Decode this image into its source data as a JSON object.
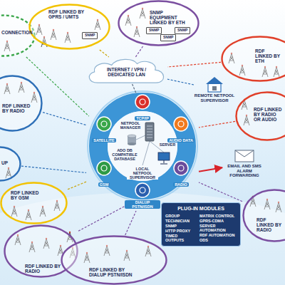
{
  "diagram": {
    "nodes": [
      {
        "text": [
          "CONNECTION"
        ]
      },
      {
        "text": [
          "RDF LINKED BY GPRS / UMTS"
        ]
      },
      {
        "text": [
          "SNMP"
        ],
        "in": 1
      },
      {
        "text": [
          "SNMP EQUIPMENT LINKED BY ETH"
        ]
      },
      {
        "text": [
          "SNMP"
        ],
        "in": 3
      },
      {
        "text": [
          "SNMP"
        ],
        "in": 3
      },
      {
        "text": [
          "SNMP"
        ],
        "in": 3
      },
      {
        "text": [
          "INTERNET / VPN / DEDICATED LAN"
        ]
      },
      {
        "text": [
          "RDF LINKED BY ETH"
        ]
      },
      {
        "text": [
          "REMOTE NETPOOL SUPERVISOR"
        ]
      },
      {
        "text": [
          "RDF LINKED BY RADIO"
        ]
      },
      {
        "text": [
          "TCP/IP"
        ]
      },
      {
        "text": [
          "SATELLITE"
        ]
      },
      {
        "text": [
          "AUDIO DATA"
        ]
      },
      {
        "text": [
          "RDF LINKED BY RADIO OR AUDIO"
        ]
      },
      {
        "text": [
          "GSM"
        ]
      },
      {
        "text": [
          "RADIO"
        ]
      },
      {
        "text": [
          "EMAIL AND SMS ALARM FORWARDING"
        ]
      },
      {
        "text": [
          "UP"
        ]
      },
      {
        "text": [
          "DIALUP PSTN/ISDN"
        ]
      },
      {
        "text": [
          "RDF LINKED BY GSM"
        ]
      },
      {
        "text": [
          "RDF LINKED BY RADIO"
        ]
      },
      {
        "text": [
          "PLUG-IN MODULES",
          "GROUP",
          "TECHNICIAN",
          "SNMP",
          "HTTP PROXY",
          "TIMED OUTPUTS",
          "MATRIX CONTROL",
          "GPRS-CDMA",
          "SERVER AUTOMATION",
          "RDF AUTOMATION",
          "ODS"
        ]
      },
      {
        "text": [
          "RDF LINKED BY RADIO"
        ]
      },
      {
        "text": [
          "RDF LINKED BY DIALUP PSTN/ISDN"
        ]
      }
    ],
    "edges": [
      {
        "from": 1,
        "to": 7,
        "arrow": "none"
      },
      {
        "from": 3,
        "to": 7,
        "arrow": "none"
      },
      {
        "from": 8,
        "to": 7,
        "arrow": "none"
      },
      {
        "from": 9,
        "to": 7,
        "arrow": "none"
      },
      {
        "from": 7,
        "to": 11,
        "arrow": "none"
      },
      {
        "from": 0,
        "to": 12,
        "arrow": "none"
      },
      {
        "from": 10,
        "to": 12,
        "arrow": "none"
      },
      {
        "from": 14,
        "to": 13,
        "arrow": "none"
      },
      {
        "from": 18,
        "to": 15,
        "arrow": "none"
      },
      {
        "from": 20,
        "to": 15,
        "arrow": "none"
      },
      {
        "from": 23,
        "to": 19,
        "arrow": "none"
      },
      {
        "from": 24,
        "to": 19,
        "arrow": "none"
      },
      {
        "from": 21,
        "to": 16,
        "arrow": "none"
      },
      {
        "from": 16,
        "to": 17,
        "arrow": "to"
      }
    ],
    "labels": [
      "NETPOOL MANAGER",
      "SERVER",
      "ADO DB COMPATIBLE DATABASE",
      "LOCAL NETPOOL SUPERVISOR"
    ]
  }
}
